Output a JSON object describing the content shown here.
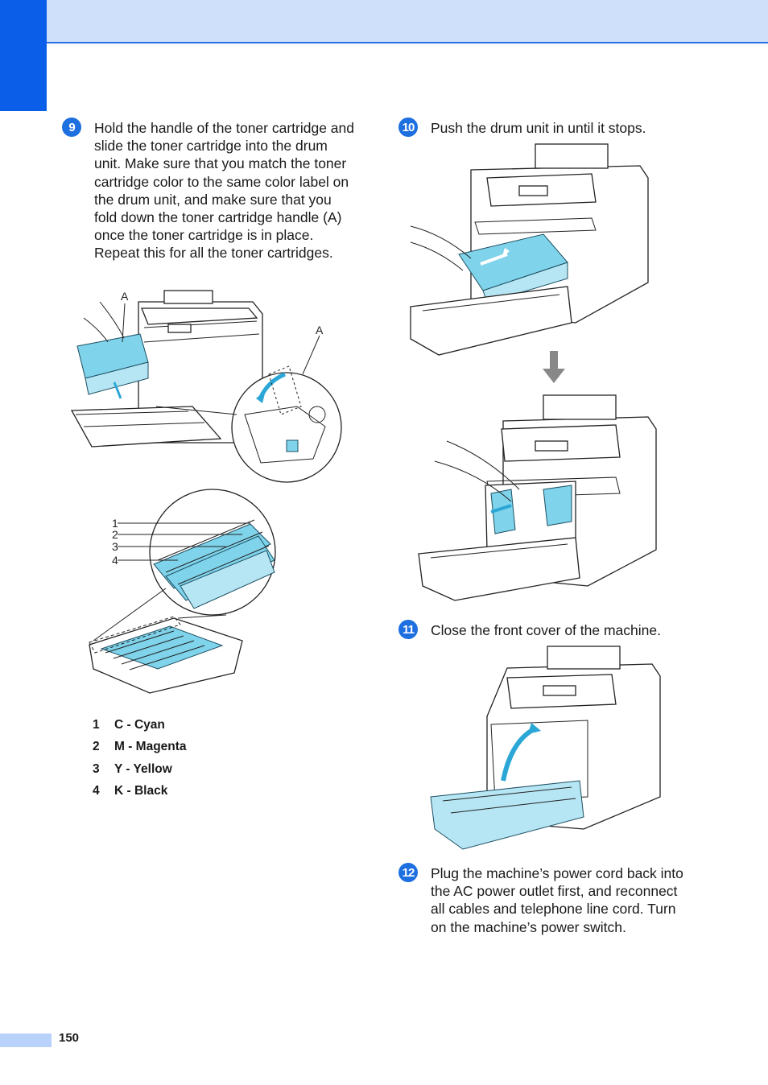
{
  "page_number": "150",
  "steps": [
    {
      "badge": "9",
      "text": "Hold the handle of the toner cartridge and slide the toner cartridge into the drum unit. Make sure that you match the toner cartridge color to the same color label on the drum unit, and make sure that you fold down the toner cartridge handle (A) once the toner cartridge is in place. Repeat this for all the toner cartridges."
    },
    {
      "badge": "10",
      "text": "Push the drum unit in until it stops."
    },
    {
      "badge": "11",
      "text": "Close the front cover of the machine."
    },
    {
      "badge": "12",
      "text": "Plug the machine’s power cord back into the AC power outlet first, and reconnect all cables and telephone line cord. Turn on the machine’s power switch."
    }
  ],
  "figure_labels": {
    "handle_a_1": "A",
    "handle_a_2": "A",
    "callout_1": "1",
    "callout_2": "2",
    "callout_3": "3",
    "callout_4": "4"
  },
  "legend": [
    {
      "num": "1",
      "label": "C - Cyan"
    },
    {
      "num": "2",
      "label": "M - Magenta"
    },
    {
      "num": "3",
      "label": "Y - Yellow"
    },
    {
      "num": "4",
      "label": "K - Black"
    }
  ],
  "colors": {
    "header_band": "#cfe0fb",
    "corner_tab": "#0a5ee8",
    "step_badge": "#1e6fe0",
    "toner_cyan": "#7fd3ea"
  }
}
